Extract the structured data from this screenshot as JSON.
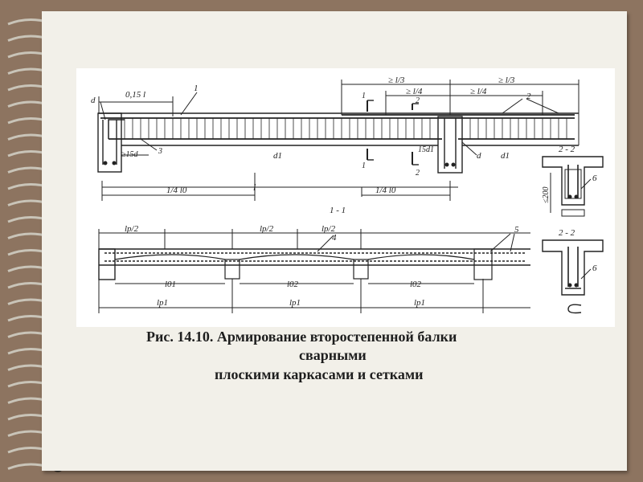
{
  "figure": {
    "caption_line1": "Рис. 14.10. Армирование второстепенной балки",
    "caption_line2": "сварными",
    "caption_line3": "плоскими каркасами и сетками"
  },
  "labels": {
    "top_beam": {
      "d": "d",
      "d_b": "d",
      "d1_a": "d1",
      "d1_b": "d1",
      "dist_015l": "0,15 l",
      "anchor_15d": "≥15d",
      "anchor_15d1": "15d1",
      "quarter_l0_a": "1/4 l0",
      "quarter_l0_b": "1/4 l0",
      "span_l": "l",
      "third_l_a": "≥ l/3",
      "third_l_b": "≥ l/3",
      "quarter_l_a": "≥ l/4",
      "quarter_l_b": "≥ l/4",
      "mark_1": "1",
      "mark_1b": "1",
      "mark_1c": "1",
      "mark_2": "2",
      "mark_2b": "2",
      "mark_2c": "2",
      "mark_3": "3"
    },
    "bottom_beam": {
      "title": "1 - 1",
      "lp2_a": "lp/2",
      "lp2_b": "lp/2",
      "lp2_c": "lp/2",
      "l01": "l01",
      "l02_a": "l02",
      "l02_b": "l02",
      "lp1_a": "lp1",
      "lp1_b": "lp1",
      "lp1_c": "lp1",
      "mark_4": "4",
      "mark_5": "5"
    },
    "sections": {
      "title_a": "2 - 2",
      "title_b": "2 - 2",
      "dim_200": "≤200",
      "mark_6a": "6",
      "mark_6b": "6"
    }
  },
  "colors": {
    "line": "#222222",
    "page": "#f2f0e9",
    "background": "#8d7460"
  }
}
